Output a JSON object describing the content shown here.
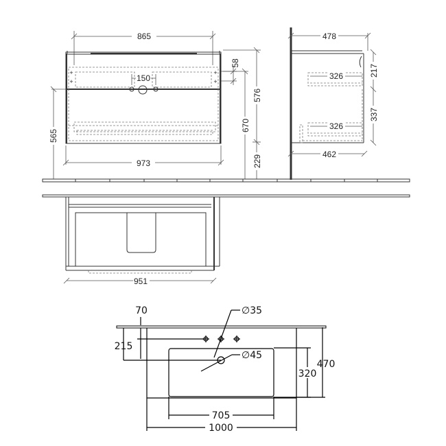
{
  "front_view": {
    "width_top": "865",
    "width_bottom": "973",
    "height_left": "565",
    "tap_spacing": "150",
    "drawer_offset": "58",
    "height_to_top": "670",
    "height_total": "576",
    "height_floor": "229"
  },
  "side_view": {
    "depth_top": "478",
    "depth_bottom": "462",
    "drawer1_depth": "326",
    "drawer2_depth": "326",
    "drawer1_height": "217",
    "drawer2_height": "337"
  },
  "top_view": {
    "width": "951"
  },
  "basin_view": {
    "edge_offset": "70",
    "tap_hole_diameter": "∅35",
    "tap_depth": "215",
    "drain_diameter": "∅45",
    "bowl_depth": "320",
    "total_depth": "470",
    "bowl_width": "705",
    "total_width": "1000"
  }
}
